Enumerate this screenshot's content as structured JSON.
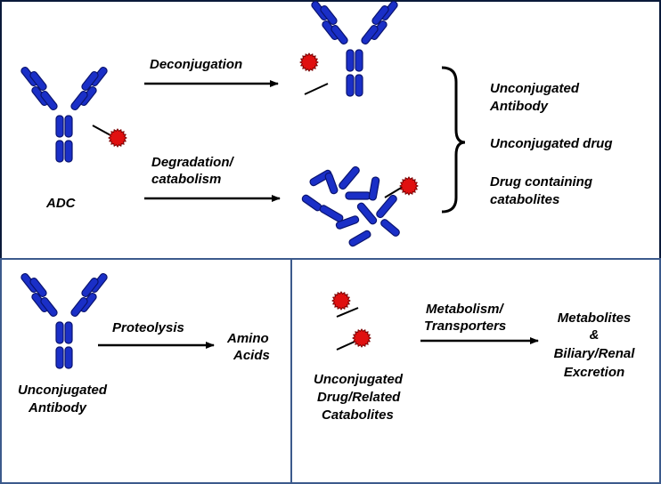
{
  "colors": {
    "antibody": "#1a2fc7",
    "antibody_stroke": "#0a1470",
    "drug": "#e01010",
    "border_top": "#0a1a3a",
    "border_bottom": "#3c5a8c",
    "arrow": "#000000"
  },
  "icons": {
    "antibody": "y-shaped-antibody-icon",
    "drug": "red-star-drug-icon",
    "fragment": "blue-rod-fragment-icon"
  },
  "top": {
    "adc_label": "ADC",
    "deconjugation_label": "Deconjugation",
    "degradation_label": [
      "Degradation/",
      "catabolism"
    ],
    "outcomes": [
      [
        "Unconjugated",
        "Antibody"
      ],
      [
        "Unconjugated drug"
      ],
      [
        "Drug containing",
        "catabolites"
      ]
    ]
  },
  "bottom_left": {
    "antibody_label": [
      "Unconjugated",
      "Antibody"
    ],
    "process_label": "Proteolysis",
    "product_label": [
      "Amino",
      "Acids"
    ]
  },
  "bottom_right": {
    "source_label": [
      "Unconjugated",
      "Drug/Related",
      "Catabolites"
    ],
    "process_label": [
      "Metabolism/",
      "Transporters"
    ],
    "product_label": [
      "Metabolites",
      "&",
      "Biliary/Renal",
      "Excretion"
    ]
  }
}
